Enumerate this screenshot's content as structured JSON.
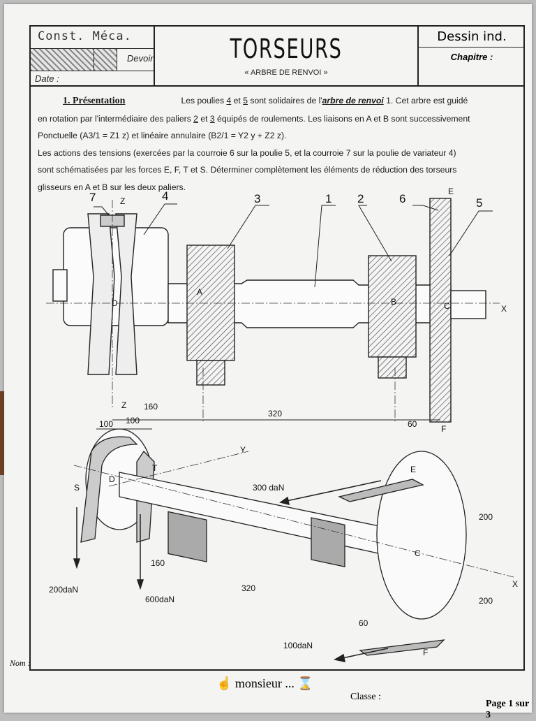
{
  "header": {
    "course": "Const. Méca.",
    "devoir": "Devoir",
    "date_label": "Date :",
    "title": "TORSEURS",
    "subtitle": "« ARBRE DE RENVOI »",
    "type": "Dessin ind.",
    "chapitre_label": "Chapitre :"
  },
  "presentation": {
    "heading": "1. Présentation",
    "p1_a": "Les poulies ",
    "p1_n4": "4",
    "p1_b": " et ",
    "p1_n5": "5",
    "p1_c": " sont solidaires de l'",
    "p1_arbre": "arbre de renvoi",
    "p1_d": " 1. Cet arbre est guidé",
    "p2_a": "en rotation par l'intermédiaire des paliers ",
    "p2_n2": "2",
    "p2_b": " et ",
    "p2_n3": "3",
    "p2_c": " équipés de roulements. Les liaisons en A et B sont successivement",
    "p3": "Ponctuelle (A3/1 = Z1 z) et linéaire annulaire (B2/1 = Y2 y + Z2 z).",
    "p4": "Les actions des tensions (exercées par la courroie 6 sur la poulie 5, et la courroie 7 sur la poulie de variateur 4)",
    "p5": "sont schématisées par les forces E, F, T et S. Déterminer complètement les éléments de réduction des torseurs",
    "p6": "glisseurs en A et B sur les deux paliers."
  },
  "drawing": {
    "labels": {
      "n7": "7",
      "n4": "4",
      "n3": "3",
      "n1": "1",
      "n2": "2",
      "n6": "6",
      "n5": "5",
      "z": "Z",
      "x": "X",
      "y": "Y",
      "a": "A",
      "b": "B",
      "c": "C",
      "d": "D",
      "e": "E",
      "f": "F",
      "s": "S",
      "t": "T"
    },
    "dims": {
      "d160": "160",
      "d320": "320",
      "d60": "60",
      "d100a": "100",
      "d100b": "100",
      "d200a": "200",
      "d200b": "200"
    },
    "forces": {
      "e": "300 daN",
      "s": "200daN",
      "t": "600daN",
      "f": "100daN"
    }
  },
  "footer": {
    "nom": "Nom :",
    "monsieur": "monsieur ...",
    "classe": "Classe :",
    "page": "Page 1 sur 3"
  }
}
